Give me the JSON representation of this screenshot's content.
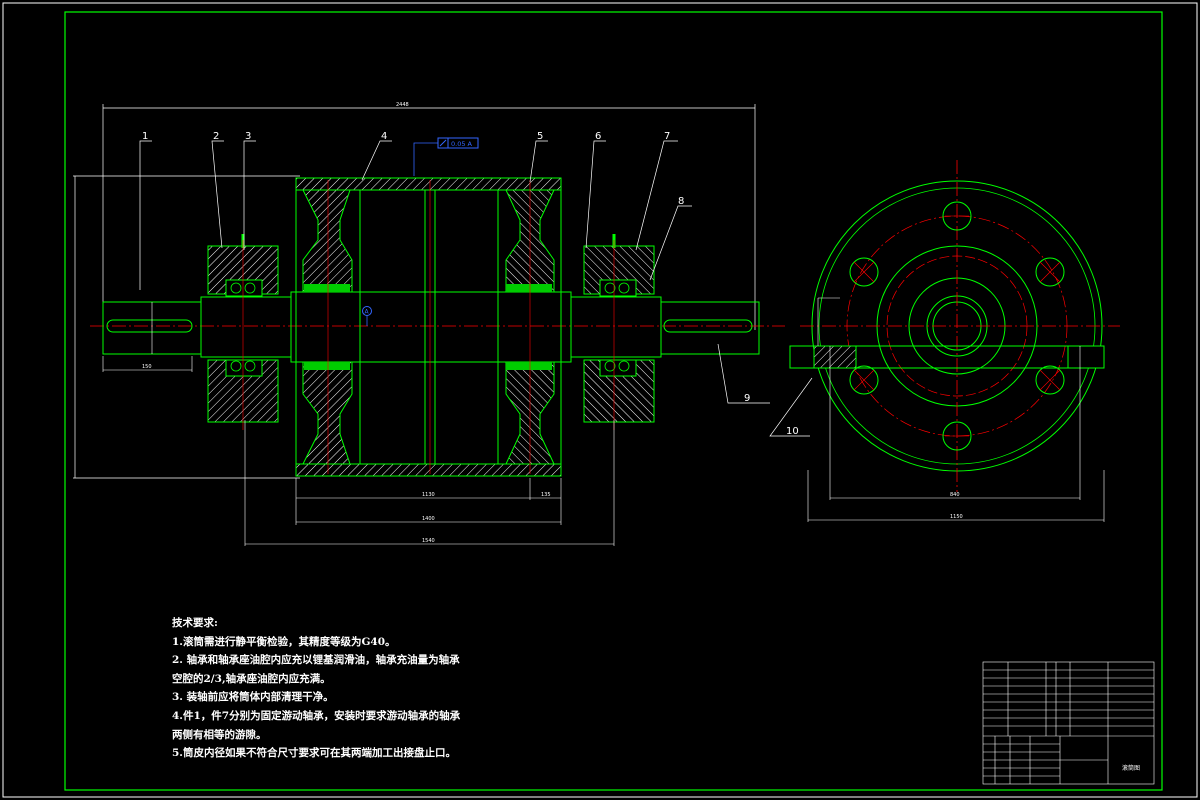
{
  "title_block": {
    "drawing_name": "滚筒图"
  },
  "part_labels": [
    "1",
    "2",
    "3",
    "4",
    "5",
    "6",
    "7",
    "8",
    "9",
    "10"
  ],
  "dimensions": {
    "overall_length": "2448",
    "drum_face_1": "1130",
    "drum_face_2": "135",
    "drum_width": "1400",
    "bearing_span": "1540",
    "shaft_extension": "150",
    "pitch_circle": "840",
    "outer_diameter": "1150"
  },
  "tolerance_frame": "0.05 A",
  "datum": "A",
  "technical_requirements": {
    "heading": "技术要求:",
    "lines": [
      "1.滚筒需进行静平衡检验，其精度等级为G40。",
      "2. 轴承和轴承座油腔内应充以锂基润滑油，轴承充油量为轴承",
      "空腔的2/3,轴承座油腔内应充满。",
      "3. 装轴前应将筒体内部清理干净。",
      "4.件1，件7分别为固定游动轴承，安装时要求游动轴承的轴承",
      "两侧有相等的游隙。",
      "5.筒皮内径如果不符合尺寸要求可在其两端加工出接盘止口。"
    ]
  },
  "colors": {
    "background": "#000000",
    "outline": "#00ff00",
    "centerline": "#ff0000",
    "text": "#ffffff",
    "hatch": "#ffffff"
  }
}
